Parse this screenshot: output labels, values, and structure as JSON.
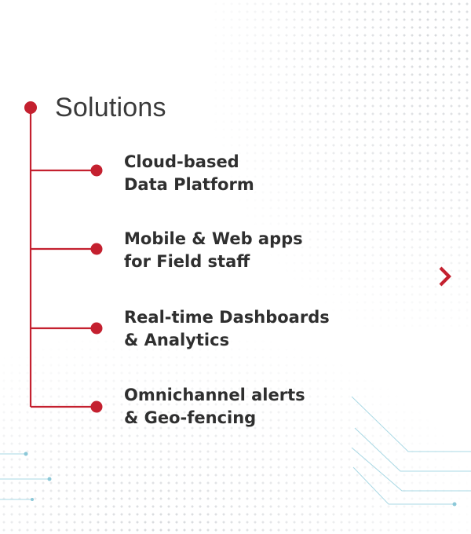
{
  "title": "Solutions",
  "items": [
    {
      "line1": "Cloud-based",
      "line2": "Data Platform"
    },
    {
      "line1": "Mobile & Web apps",
      "line2": "for Field staff"
    },
    {
      "line1": "Real-time Dashboards",
      "line2": "& Analytics"
    },
    {
      "line1": "Omnichannel alerts",
      "line2": "& Geo-fencing"
    }
  ],
  "icons": {
    "next": "chevron-right-icon"
  },
  "colors": {
    "accent": "#c4202f",
    "text": "#2f2f2f",
    "circuit": "#9fd3e0"
  }
}
